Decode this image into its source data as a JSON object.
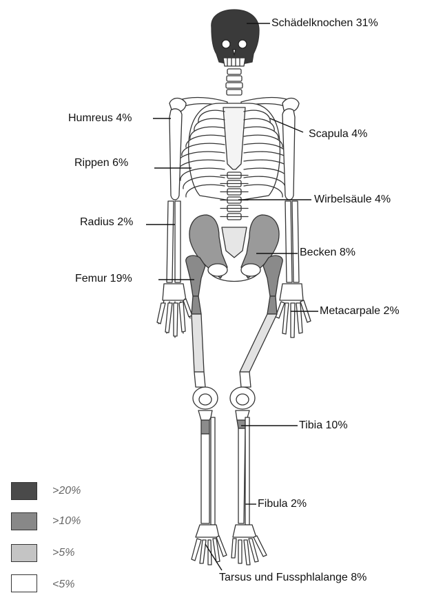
{
  "labels": {
    "schaedel": "Schädelknochen 31%",
    "humerus": "Humreus 4%",
    "scapula": "Scapula 4%",
    "rippen": "Rippen 6%",
    "wirbel": "Wirbelsäule 4%",
    "radius": "Radius 2%",
    "becken": "Becken 8%",
    "femur": "Femur 19%",
    "metacarpale": "Metacarpale 2%",
    "tibia": "Tibia 10%",
    "fibula": "Fibula 2%",
    "tarsus": "Tarsus und Fussphlalange 8%"
  },
  "legend": [
    {
      "text": ">20%",
      "color": "#4a4a4a"
    },
    {
      "text": ">10%",
      "color": "#888888"
    },
    {
      "text": ">5%",
      "color": "#c4c4c4"
    },
    {
      "text": "<5%",
      "color": "#ffffff"
    }
  ],
  "colors": {
    "skull": "#3a3a3a",
    "pelvis": "#9a9a9a",
    "femur_shaded": "#8a8a8a",
    "femur_light": "#e2e2e2",
    "tibia_shaded": "#8c8c8c",
    "bone": "#ffffff",
    "outline": "#333333"
  }
}
